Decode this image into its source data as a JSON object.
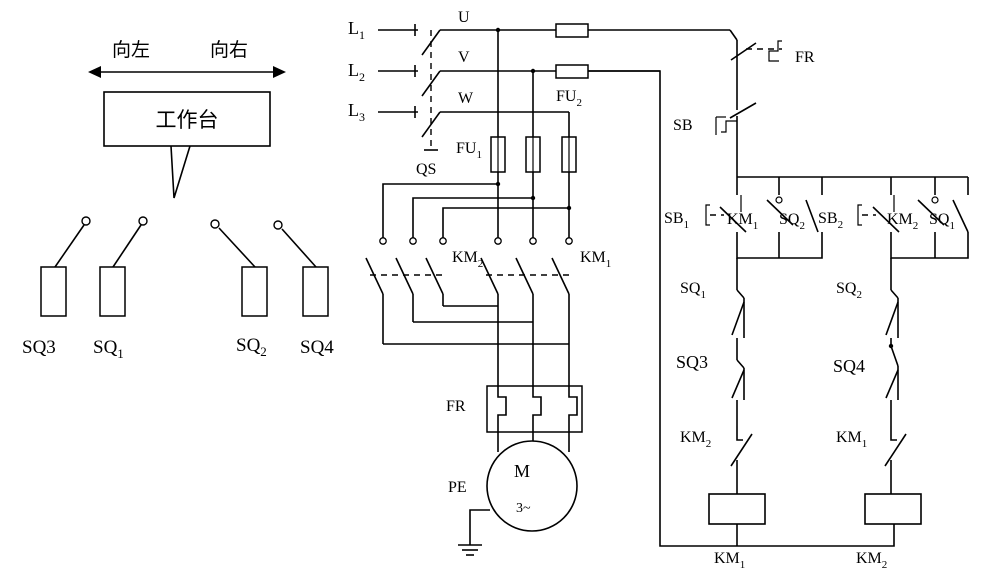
{
  "worktable": {
    "label": "工作台",
    "left_arrow_label": "向左",
    "right_arrow_label": "向右"
  },
  "limit_switches": [
    {
      "base": "SQ3",
      "sub": ""
    },
    {
      "base": "SQ",
      "sub": "1"
    },
    {
      "base": "SQ",
      "sub": "2"
    },
    {
      "base": "SQ4",
      "sub": ""
    }
  ],
  "power": {
    "phases": [
      {
        "base": "L",
        "sub": "1"
      },
      {
        "base": "L",
        "sub": "2"
      },
      {
        "base": "L",
        "sub": "3"
      }
    ],
    "buses": [
      "U",
      "V",
      "W"
    ],
    "qs": "QS",
    "fu1": {
      "base": "FU",
      "sub": "1"
    },
    "fu2": {
      "base": "FU",
      "sub": "2"
    },
    "km2": {
      "base": "KM",
      "sub": "2"
    },
    "km1": {
      "base": "KM",
      "sub": "1"
    },
    "fr": "FR",
    "motor": {
      "label": "M",
      "phase": "3~"
    },
    "pe": "PE"
  },
  "control": {
    "fr": "FR",
    "sb": "SB",
    "left": {
      "sb": {
        "base": "SB",
        "sub": "1"
      },
      "km": {
        "base": "KM",
        "sub": "1"
      },
      "sq_parallel": {
        "base": "SQ",
        "sub": "2"
      },
      "sq_a": {
        "base": "SQ",
        "sub": "1"
      },
      "sq_b": "SQ3",
      "interlock": {
        "base": "KM",
        "sub": "2"
      },
      "coil": {
        "base": "KM",
        "sub": "1"
      }
    },
    "right": {
      "sb": {
        "base": "SB",
        "sub": "2"
      },
      "km": {
        "base": "KM",
        "sub": "2"
      },
      "sq_parallel": {
        "base": "SQ",
        "sub": "1"
      },
      "sq_a": {
        "base": "SQ",
        "sub": "2"
      },
      "sq_b": "SQ4",
      "interlock": {
        "base": "KM",
        "sub": "1"
      },
      "coil": {
        "base": "KM",
        "sub": "2"
      }
    }
  }
}
